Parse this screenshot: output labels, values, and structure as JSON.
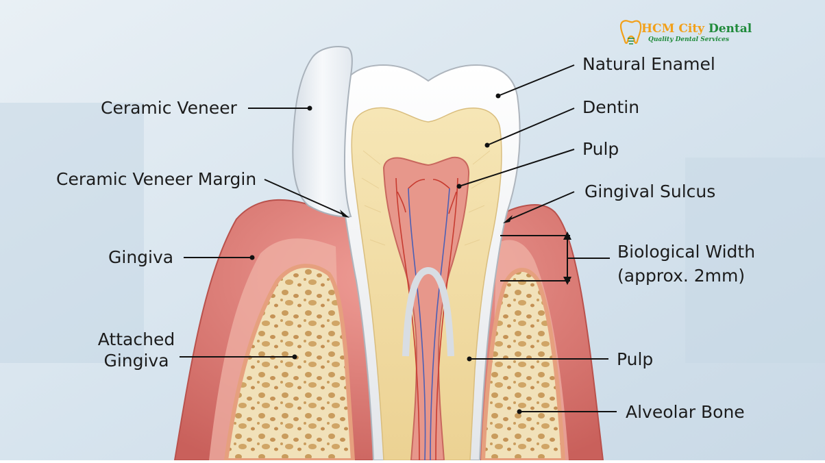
{
  "logo": {
    "name_part1": "HCM City",
    "name_part2": "Dental",
    "tagline": "Quality Dental Services",
    "icon": "tooth-icon"
  },
  "labels": {
    "natural_enamel": "Natural Enamel",
    "dentin": "Dentin",
    "pulp_top": "Pulp",
    "gingival_sulcus": "Gingival Sulcus",
    "biological_width_line1": "Biological Width",
    "biological_width_line2": "(approx. 2mm)",
    "pulp_bottom": "Pulp",
    "alveolar_bone": "Alveolar Bone",
    "ceramic_veneer": "Ceramic Veneer",
    "ceramic_veneer_margin": "Ceramic Veneer Margin",
    "gingiva": "Gingiva",
    "attached_gingiva_line1": "Attached",
    "attached_gingiva_line2": "Gingiva"
  },
  "colors": {
    "enamel": "#f3f4f6",
    "dentin": "#f1dca2",
    "pulp": "#e48f85",
    "gingiva": "#dd7f78",
    "bone": "#f0dfb5",
    "veneer": "#e8edf2",
    "background": "#dbe6ee"
  }
}
